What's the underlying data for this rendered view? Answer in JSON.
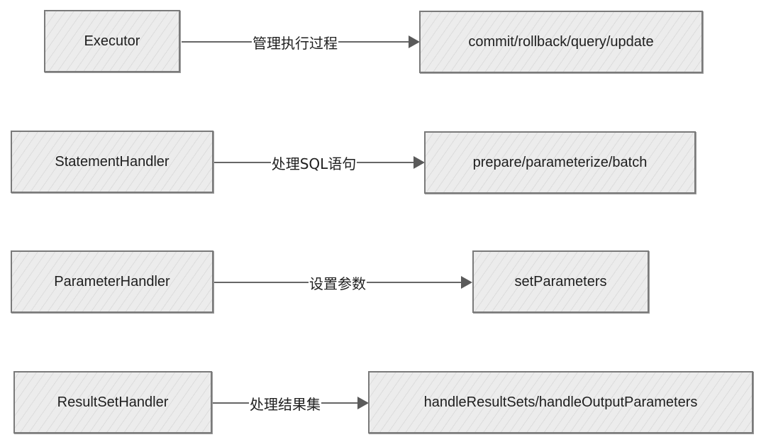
{
  "rows": [
    {
      "source": "Executor",
      "label": "管理执行过程",
      "target": "commit/rollback/query/update"
    },
    {
      "source": "StatementHandler",
      "label": "处理SQL语句",
      "target": "prepare/parameterize/batch"
    },
    {
      "source": "ParameterHandler",
      "label": "设置参数",
      "target": "setParameters"
    },
    {
      "source": "ResultSetHandler",
      "label": "处理结果集",
      "target": "handleResultSets/handleOutputParameters"
    }
  ]
}
